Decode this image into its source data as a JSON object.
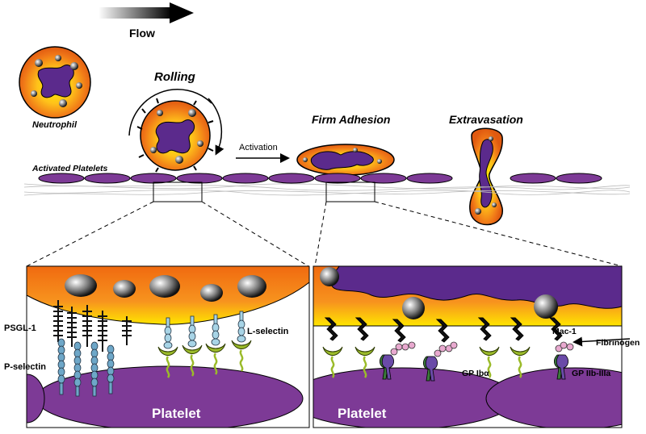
{
  "labels": {
    "flow": "Flow",
    "neutrophil": "Neutrophil",
    "rolling": "Rolling",
    "activation": "Activation",
    "firm_adhesion": "Firm Adhesion",
    "extravasation": "Extravasation",
    "activated_platelets": "Activated Platelets"
  },
  "left_panel": {
    "psgl1": "PSGL-1",
    "p_selectin": "P-selectin",
    "l_selectin": "L-selectin",
    "platelet": "Platelet"
  },
  "right_panel": {
    "mac1": "Mac-1",
    "fibrinogen": "Fibrinogen",
    "gp_iba": "GP Ibα",
    "gp_iib_iiia": "GP IIb-IIIa",
    "platelet": "Platelet"
  },
  "colors": {
    "cell_orange": "#f07818",
    "cell_yellow": "#fff200",
    "nucleus_purple": "#5b2a8c",
    "platelet_purple": "#7d3a96",
    "psgl_black": "#111111",
    "p_selectin_blue": "#6ea7c8",
    "l_selectin_light": "#a8d4e6",
    "receptor_green": "#9bbb2a",
    "fibrinogen_pink": "#e8a9cf"
  }
}
